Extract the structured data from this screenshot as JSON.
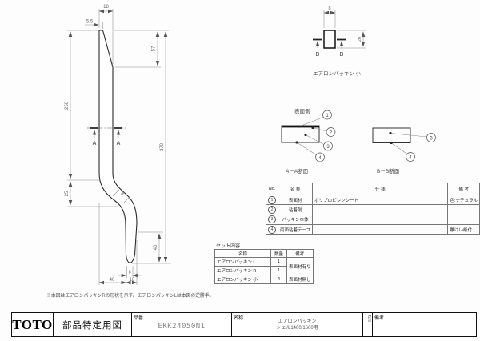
{
  "dims": {
    "top_width": "18",
    "cap": "5.5",
    "taper": "57",
    "upper_left": "250",
    "left_small": "25",
    "overall": "370",
    "right_tip": "40",
    "bend_thickness": "8",
    "bottom_run": "40",
    "bottom_tip": "18",
    "tip_width": "8",
    "small_top": "8",
    "small_side": "20"
  },
  "labels": {
    "section_a": "A",
    "section_b": "B",
    "surface_side": "表面側",
    "section_a_caption": "A－A断面",
    "section_b_caption": "B－B断面",
    "small_caption": "エアロンパッキン 小",
    "note": "※本図はエアロンパッキンRの形状を示す。エアロンパッキンLは本図の逆勝手。"
  },
  "callouts": {
    "c1": "1",
    "c2": "2",
    "c3": "3",
    "c4": "4"
  },
  "parts_table": {
    "headers": {
      "no": "No.",
      "name": "名  称",
      "spec": "仕  様",
      "remark": "備  考"
    },
    "rows": [
      {
        "no": "1",
        "name": "表面材",
        "spec": "ポリプロピレンシート",
        "remark": "色:ナチュラル"
      },
      {
        "no": "2",
        "name": "粘着剤",
        "spec": "",
        "remark": ""
      },
      {
        "no": "3",
        "name": "パッキン本体",
        "spec": "",
        "remark": ""
      },
      {
        "no": "4",
        "name": "両面粘着テープ",
        "spec": "",
        "remark": "離けい紙付"
      }
    ]
  },
  "set_table": {
    "title": "セット内容",
    "headers": {
      "name": "名称",
      "qty": "数量",
      "remark": "備考"
    },
    "rows": [
      {
        "name": "エアロンパッキン L",
        "qty": "1"
      },
      {
        "name": "エアロンパッキン R",
        "qty": "1"
      },
      {
        "name": "エアロンパッキン 小",
        "qty": "4"
      }
    ],
    "remark_lr": "表面材有り",
    "remark_small": "表面材無し"
  },
  "title_block": {
    "logo": "TOTO",
    "doc_type": "部品特定用図",
    "part_no_label": "品番",
    "part_no": "EKK24050N1",
    "name_label": "名称",
    "name_line1": "エアロンパッキン",
    "name_line2": "シェル1400/1600用",
    "vertical_text": "改訂",
    "remarks_label": "備考"
  }
}
